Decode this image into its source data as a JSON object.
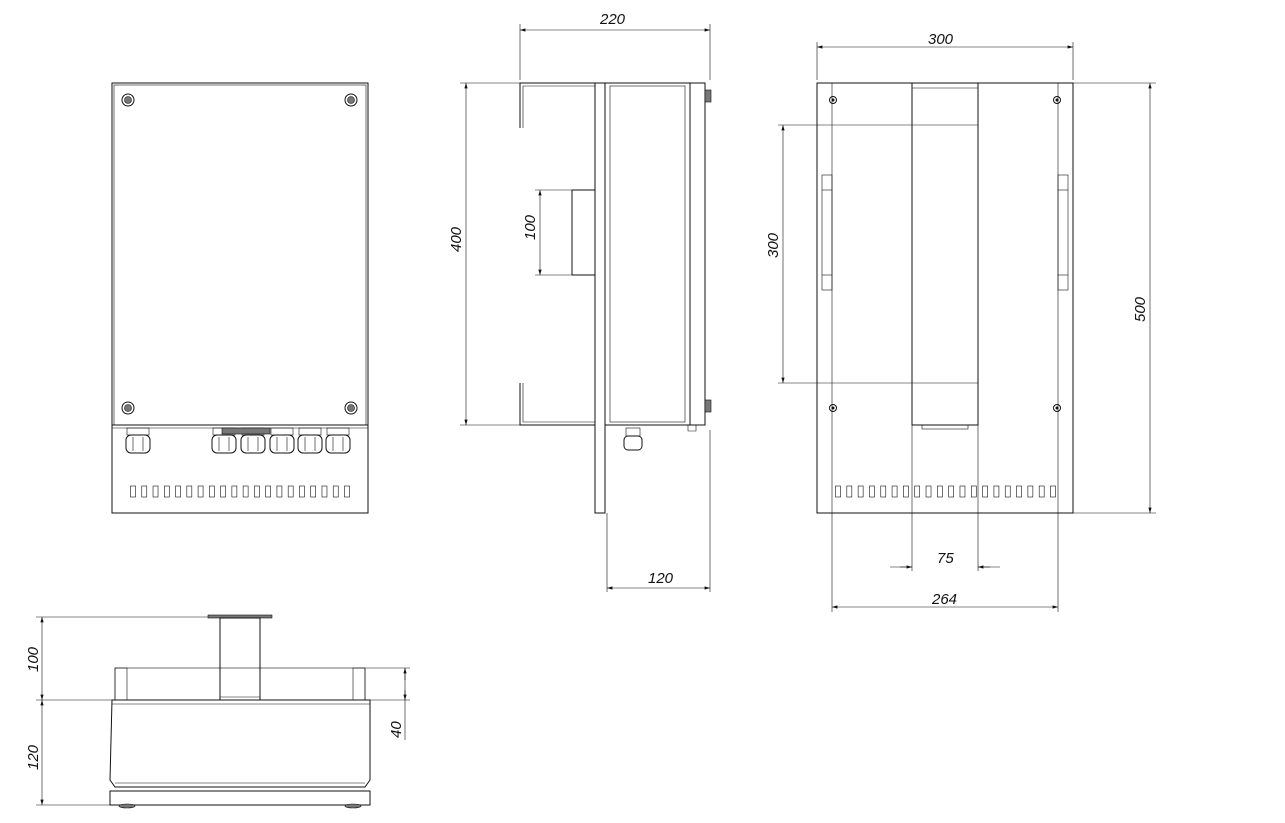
{
  "drawing": {
    "views": [
      "front-view",
      "side-view",
      "back-view",
      "bottom-view"
    ],
    "dimensions": {
      "side_width": "220",
      "side_height": "400",
      "side_bracket": "100",
      "side_depth": "120",
      "back_width": "300",
      "back_mount_spacing": "300",
      "back_height": "500",
      "back_strip": "75",
      "back_hole_spacing": "264",
      "bottom_bracket": "100",
      "bottom_depth": "120",
      "bottom_offset": "40"
    },
    "vent_slot_count": 20,
    "front_glands": 6
  }
}
